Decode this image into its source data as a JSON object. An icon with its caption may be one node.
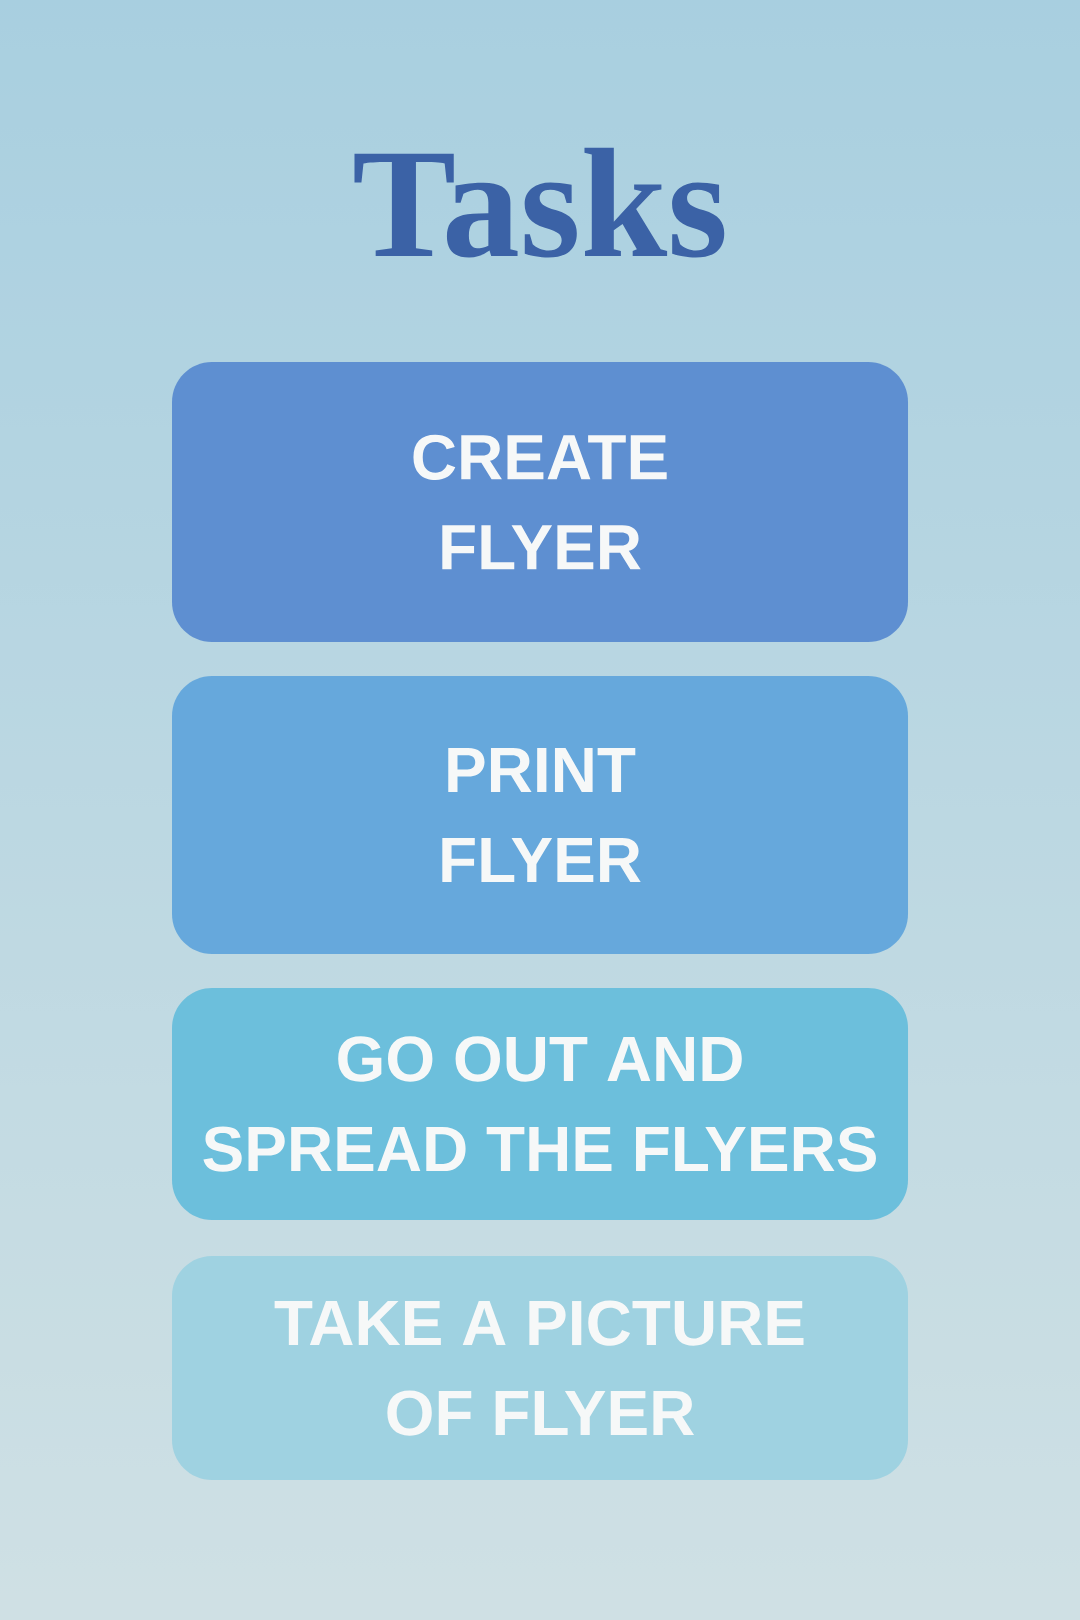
{
  "diagram": {
    "title": "Tasks",
    "nodes": [
      {
        "text": [
          "CREATE FLYER"
        ]
      },
      {
        "text": [
          "PRINT FLYER"
        ]
      },
      {
        "text": [
          "GO OUT AND SPREAD THE FLYERS"
        ]
      },
      {
        "text": [
          "TAKE A PICTURE OF FLYER"
        ]
      }
    ]
  }
}
